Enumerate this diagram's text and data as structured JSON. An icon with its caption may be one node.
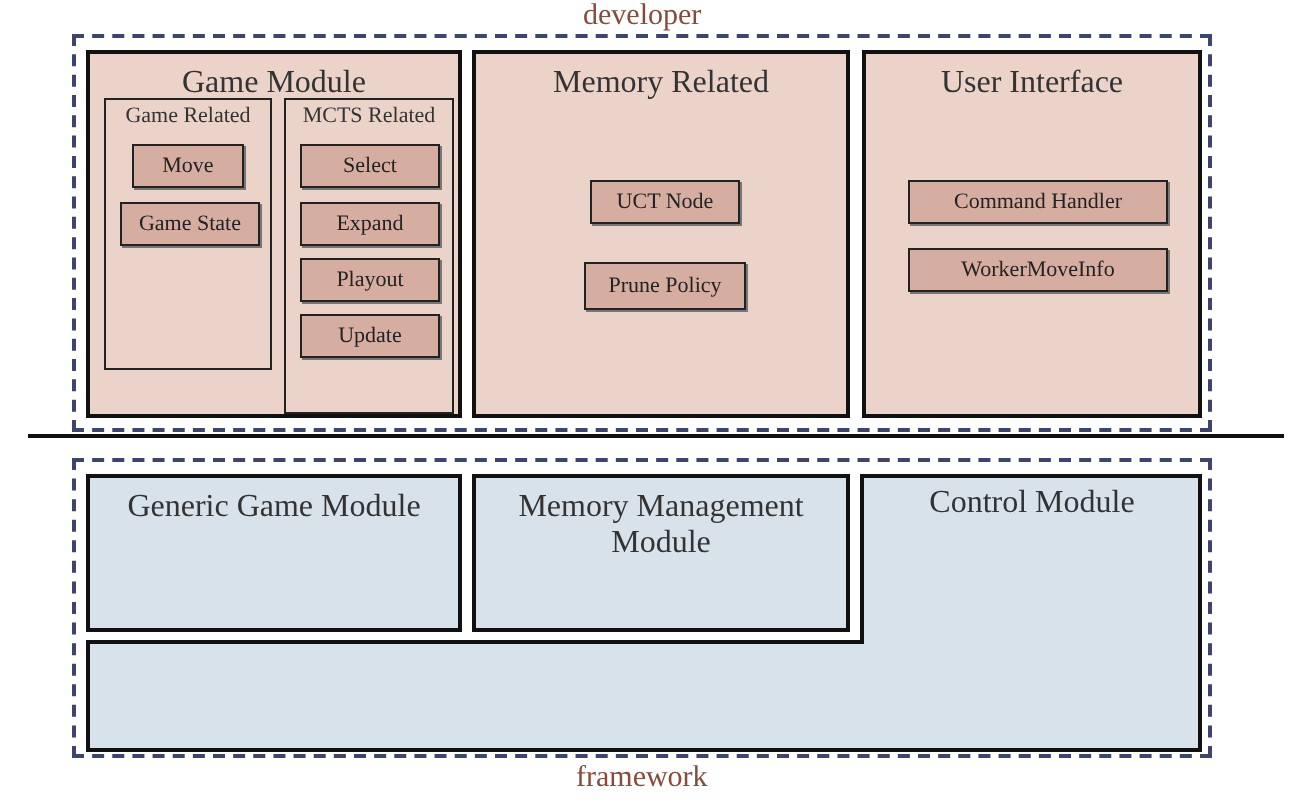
{
  "diagram": {
    "nodes": [
      {
        "text": [
          "developer"
        ]
      },
      {
        "text": [
          "Game Module"
        ],
        "in": 0
      },
      {
        "text": [
          "Game Related"
        ],
        "in": 1
      },
      {
        "text": [
          "Move"
        ],
        "in": 2
      },
      {
        "text": [
          "Game State"
        ],
        "in": 2
      },
      {
        "text": [
          "MCTS Related"
        ],
        "in": 1
      },
      {
        "text": [
          "Select"
        ],
        "in": 5
      },
      {
        "text": [
          "Expand"
        ],
        "in": 5
      },
      {
        "text": [
          "Playout"
        ],
        "in": 5
      },
      {
        "text": [
          "Update"
        ],
        "in": 5
      },
      {
        "text": [
          "Memory Related"
        ],
        "in": 0
      },
      {
        "text": [
          "UCT Node"
        ],
        "in": 10
      },
      {
        "text": [
          "Prune Policy"
        ],
        "in": 10
      },
      {
        "text": [
          "User Interface"
        ],
        "in": 0
      },
      {
        "text": [
          "Command Handler"
        ],
        "in": 13
      },
      {
        "text": [
          "WorkerMoveInfo"
        ],
        "in": 13
      },
      {
        "text": [
          "framework"
        ]
      },
      {
        "text": [
          "Generic Game Module"
        ],
        "in": 16
      },
      {
        "text": [
          "Memory Management Module"
        ],
        "in": 16
      },
      {
        "text": [
          "Control Module"
        ],
        "in": 16
      }
    ]
  }
}
